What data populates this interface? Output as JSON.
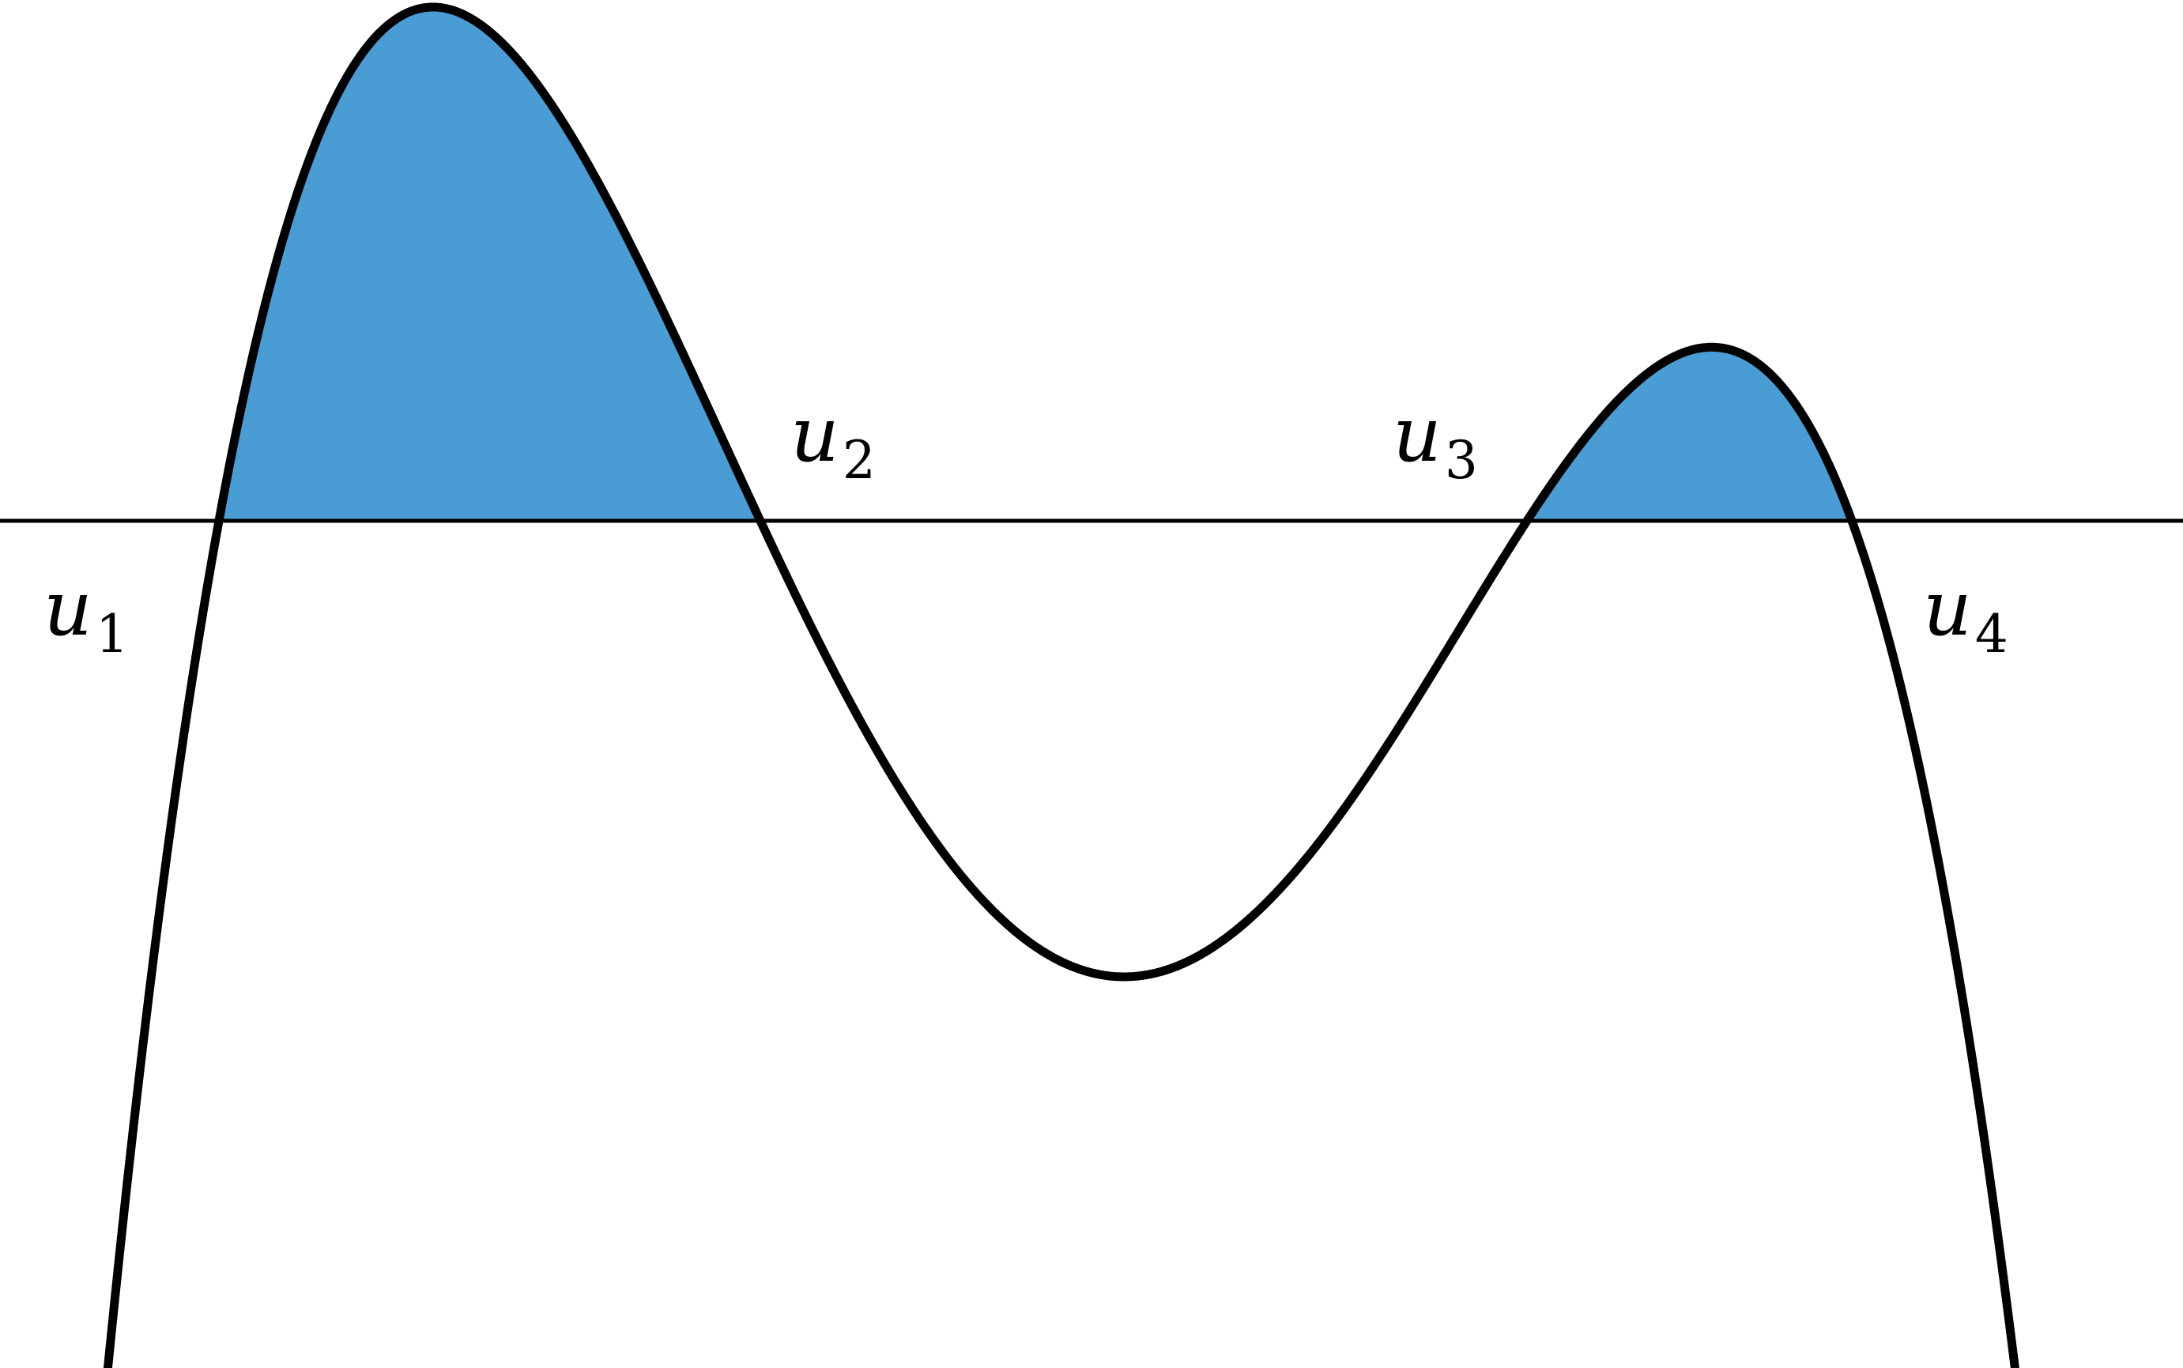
{
  "colors": {
    "background": "#ffffff",
    "curve": "#000000",
    "axis": "#000000",
    "fill": "#4a9dd4",
    "fill_edge": "#1f5c8a"
  },
  "roots": [
    {
      "base": "u",
      "sub": "1"
    },
    {
      "base": "u",
      "sub": "2"
    },
    {
      "base": "u",
      "sub": "3"
    },
    {
      "base": "u",
      "sub": "4"
    }
  ]
}
